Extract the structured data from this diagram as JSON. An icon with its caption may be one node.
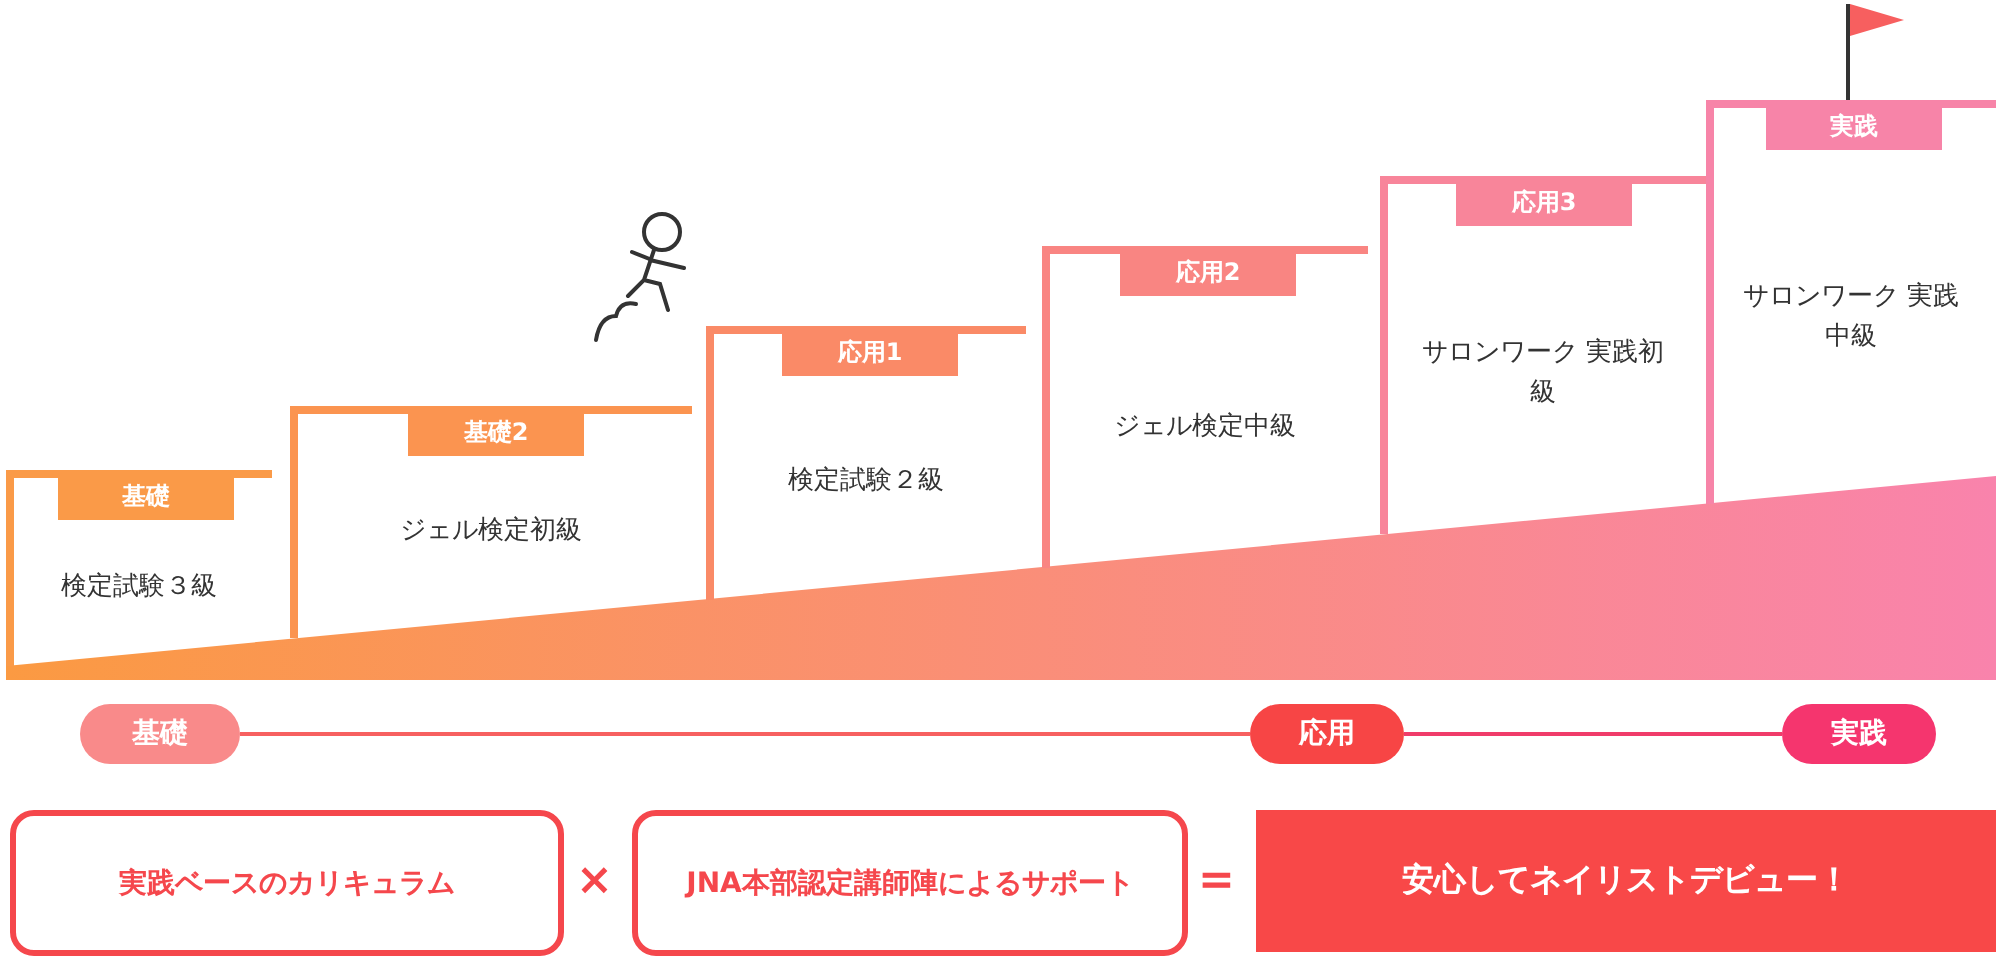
{
  "diagram": {
    "nodes": [
      {
        "text": [
          "基礎",
          "検定試験３級"
        ]
      },
      {
        "text": [
          "基礎2",
          "ジェル検定初級"
        ]
      },
      {
        "text": [
          "応用1",
          "検定試験２級"
        ]
      },
      {
        "text": [
          "応用2",
          "ジェル検定中級"
        ]
      },
      {
        "text": [
          "応用3",
          "サロンワーク 実践初級"
        ]
      },
      {
        "text": [
          "実践",
          "サロンワーク 実践中級"
        ]
      },
      {
        "text": [
          "基礎"
        ]
      },
      {
        "text": [
          "応用"
        ]
      },
      {
        "text": [
          "実践"
        ]
      },
      {
        "text": [
          "実践ベースのカリキュラム"
        ]
      },
      {
        "text": [
          "JNA本部認定講師陣によるサポート"
        ]
      },
      {
        "text": [
          "安心してネイリストデビュー！"
        ]
      }
    ],
    "edges": [
      {
        "from": 6,
        "to": 7,
        "arrow": "none"
      },
      {
        "from": 7,
        "to": 8,
        "arrow": "none",
        "color": "#f03c6a"
      }
    ],
    "labels": [
      "×",
      "="
    ]
  }
}
